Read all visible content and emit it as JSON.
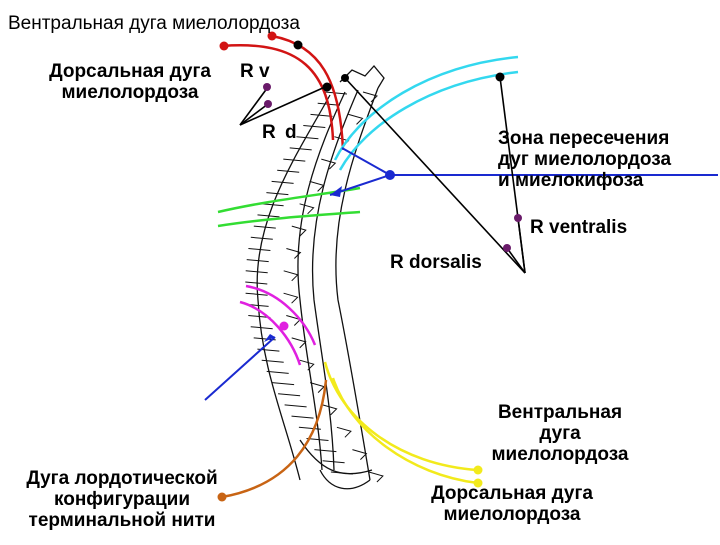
{
  "labels": {
    "ventral_top": "Вентральная дуга миелолордоза",
    "dorsal_top_line1": "Дорсальная дуга",
    "dorsal_top_line2": "миелолордоза",
    "rv_short": "R v",
    "rd_short": "R d",
    "intersection_line1": "Зона пересечения",
    "intersection_line2": "дуг миелолордоза",
    "intersection_line3": "и миелокифоза",
    "r_ventralis": "R ventralis",
    "r_dorsalis": "R dorsalis",
    "ventral_bottom_line1": "Вентральная",
    "ventral_bottom_line2": "дуга",
    "ventral_bottom_line3": "миелолордоза",
    "dorsal_bottom_line1": "Дорсальная дуга",
    "dorsal_bottom_line2": "миелолордоза",
    "terminal_line1": "Дуга лордотической",
    "terminal_line2": "конфигурации",
    "terminal_line3": "терминальной нити"
  },
  "colors": {
    "red_arc": "#d21414",
    "cyan_arc": "#33d8ef",
    "blue_line": "#1a2ad0",
    "green_arc": "#33dd33",
    "magenta_arc": "#e020e0",
    "yellow_arc": "#f2ea1c",
    "orange_arc": "#c86414",
    "purple_dot": "#6a1b6a",
    "black_line": "#000000"
  }
}
